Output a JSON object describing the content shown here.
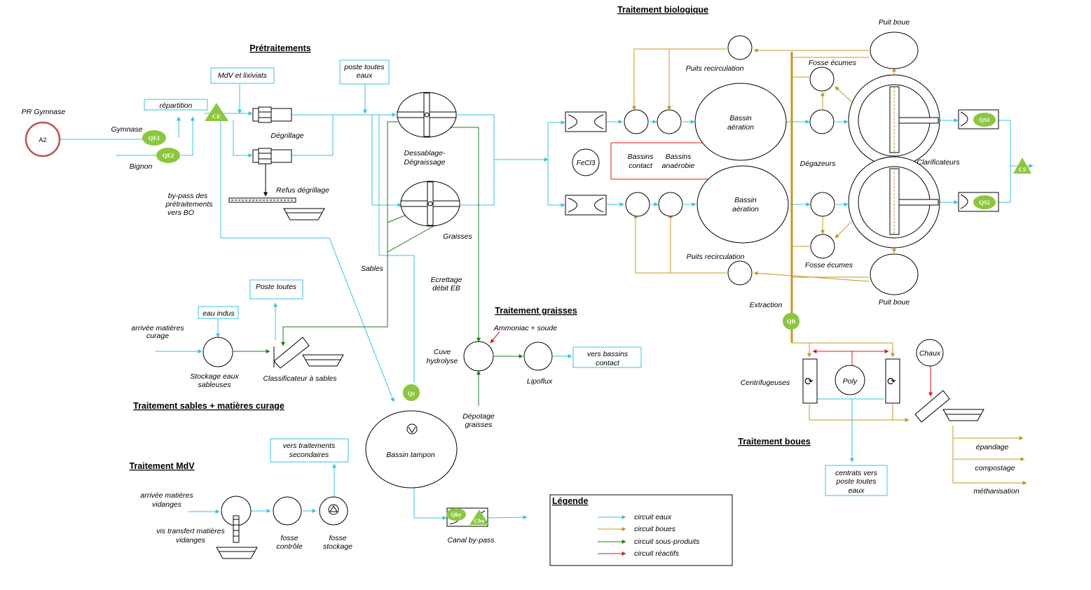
{
  "sections": {
    "pretraitements": "Prétraitements",
    "traitement_biologique": "Traitement biologique",
    "traitement_graisses": "Traitement graisses",
    "traitement_sables": "Traitement sables + matières curage",
    "traitement_mdv": "Traitement MdV",
    "traitement_boues": "Traitement boues"
  },
  "labels": {
    "pr_gymnase": "PR Gymnase",
    "a2": "A2",
    "gymnase": "Gymnase",
    "bignon": "Bignon",
    "repartition": "répartition",
    "mdv_lixiviats": "MdV et lixiviats",
    "degrillage": "Dégrillage",
    "refus_degrillage": "Refus dégrillage",
    "bypass_1": "by-pass des",
    "bypass_2": "prétraitements",
    "bypass_3": "vers BO",
    "poste_toutes_eaux_1": "poste toutes",
    "poste_toutes_eaux_2": "eaux",
    "dessablage_1": "Dessablage-",
    "dessablage_2": "Dégraissage",
    "graisses": "Graisses",
    "sables": "Sables",
    "ecrettage_1": "Ecrettage",
    "ecrettage_2": "débit EB",
    "poste_toutes": "Poste toutes",
    "eau_indus": "eau indus",
    "arrivee_curage_1": "arrivée matières",
    "arrivee_curage_2": "curage",
    "stockage_1": "Stockage eaux",
    "stockage_2": "sableuses",
    "classificateur": "Classificateur à sables",
    "ammoniac": "Ammoniac + soude",
    "cuve_1": "Cuve",
    "cuve_2": "hydrolyse",
    "lipoflux": "Lipoflux",
    "vers_bassins_1": "vers bassins",
    "vers_bassins_2": "contact",
    "depotage_1": "Dépotage",
    "depotage_2": "graisses",
    "bassin_tampon": "Bassin tampon",
    "vers_trait_1": "vers traitements",
    "vers_trait_2": "secondaires",
    "arrivee_vid_1": "arrivée matières",
    "arrivee_vid_2": "vidanges",
    "vis_1": "vis transfert matières",
    "vis_2": "vidanges",
    "fosse_controle_1": "fosse",
    "fosse_controle_2": "contrôle",
    "fosse_stockage_1": "fosse",
    "fosse_stockage_2": "stockage",
    "canal_bypass": "Canal by-pass",
    "puits_recirc_top": "Puits recirculation",
    "puits_recirc_bot": "Puits recirculation",
    "puit_boue_top": "Puit boue",
    "puit_boue_bot": "Puit boue",
    "fosse_ecumes_top": "Fosse écumes",
    "fosse_ecumes_bot": "Fosse écumes",
    "bassin_aeration_1": "Bassin",
    "bassin_aeration_2": "aération",
    "fecl3": "FeCl3",
    "bassins_contact_1": "Bassins",
    "bassins_contact_2": "contact",
    "bassins_anaerobie_1": "Bassins",
    "bassins_anaerobie_2": "anaérobie",
    "degazeurs": "Dégazeurs",
    "clarificateurs": "Clarificateurs",
    "extraction": "Extraction",
    "centrifugeuses": "Centrifugeuses",
    "poly": "Poly",
    "chaux": "Chaux",
    "epandage": "épandage",
    "compostage": "compostage",
    "methanisation": "méthanisation",
    "centrats_1": "centrats vers",
    "centrats_2": "poste toutes",
    "centrats_3": "eaux"
  },
  "badges": {
    "ce": "CE",
    "qe1": "QE1",
    "qe2": "QE2",
    "qr": "Qr",
    "qby": "Qby",
    "cby": "Cby",
    "qs1": "QS1",
    "qs2": "QS2",
    "cs": "CS",
    "qb": "QB"
  },
  "legend": {
    "title": "Légende",
    "items": [
      {
        "label": "circuit eaux",
        "color": "#33c3e8"
      },
      {
        "label": "circuit boues",
        "color": "#c8961e"
      },
      {
        "label": "circuit sous-produits",
        "color": "#1e7b1e"
      },
      {
        "label": "circuit réactifs",
        "color": "#e61414"
      }
    ]
  },
  "colors": {
    "eaux": "#33c3e8",
    "boues": "#c8961e",
    "sous_produits": "#1e7b1e",
    "reactifs": "#e61414",
    "badge": "#8cc63f",
    "a2_ring": "#c0504d"
  }
}
